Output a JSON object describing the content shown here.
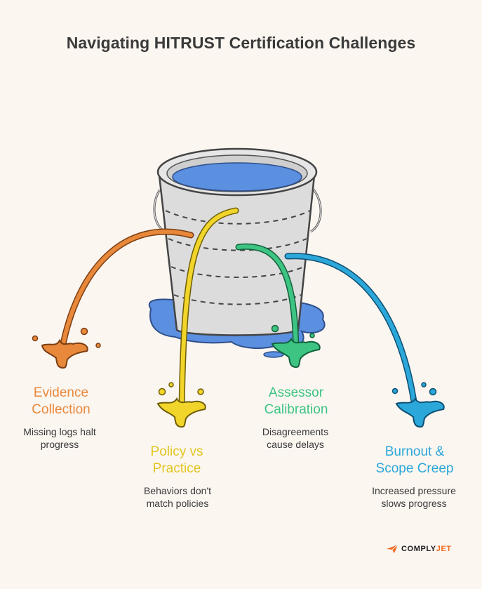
{
  "title": "Navigating HITRUST Certification Challenges",
  "colors": {
    "background": "#fcf6f1",
    "evidence": "#e8883a",
    "policy": "#f2d52a",
    "assessor": "#3dc483",
    "burnout": "#2ba7d9",
    "water": "#5b8fe0"
  },
  "challenges": [
    {
      "id": "evidence",
      "title_line1": "Evidence",
      "title_line2": "Collection",
      "desc_line1": "Missing logs halt",
      "desc_line2": "progress",
      "color": "#e8883a"
    },
    {
      "id": "policy",
      "title_line1": "Policy vs",
      "title_line2": "Practice",
      "desc_line1": "Behaviors don't",
      "desc_line2": "match policies",
      "color": "#e2c51f"
    },
    {
      "id": "assessor",
      "title_line1": "Assessor",
      "title_line2": "Calibration",
      "desc_line1": "Disagreements",
      "desc_line2": "cause delays",
      "color": "#3dc483"
    },
    {
      "id": "burnout",
      "title_line1": "Burnout &",
      "title_line2": "Scope Creep",
      "desc_line1": "Increased pressure",
      "desc_line2": "slows progress",
      "color": "#2ba7d9"
    }
  ],
  "logo": {
    "name_part1": "COMPLY",
    "name_part2": "JET",
    "icon": "paper-plane-icon"
  }
}
